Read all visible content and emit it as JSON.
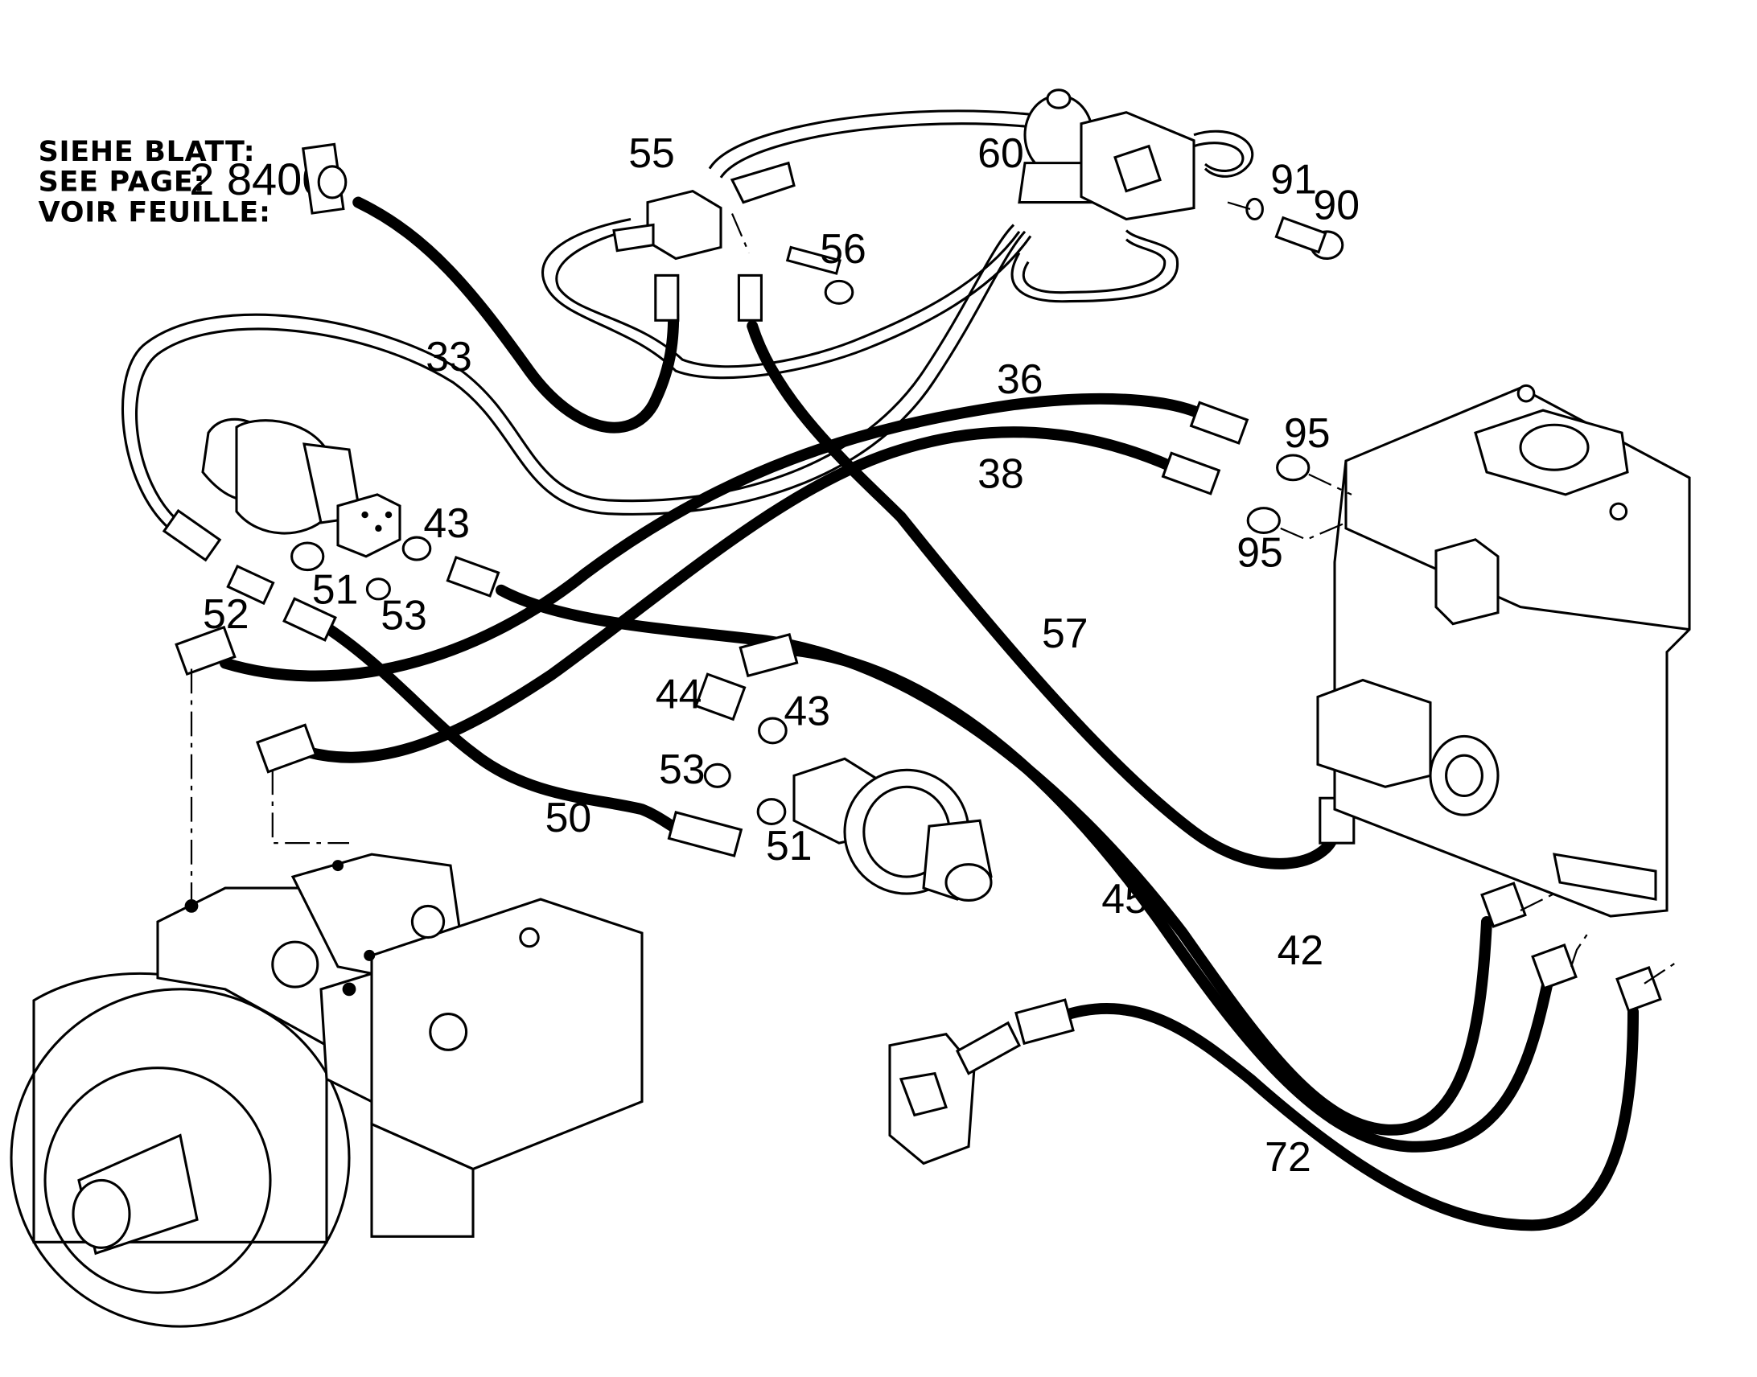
{
  "reference": {
    "line1": "SIEHE BLATT:",
    "line2": "SEE PAGE:",
    "line3": "VOIR FEUILLE:",
    "page_number": "2 8400"
  },
  "callouts": [
    {
      "id": "33",
      "text": "33"
    },
    {
      "id": "36",
      "text": "36"
    },
    {
      "id": "38",
      "text": "38"
    },
    {
      "id": "42",
      "text": "42"
    },
    {
      "id": "43a",
      "text": "43"
    },
    {
      "id": "43b",
      "text": "43"
    },
    {
      "id": "44",
      "text": "44"
    },
    {
      "id": "45",
      "text": "45"
    },
    {
      "id": "50",
      "text": "50"
    },
    {
      "id": "51a",
      "text": "51"
    },
    {
      "id": "51b",
      "text": "51"
    },
    {
      "id": "52",
      "text": "52"
    },
    {
      "id": "53a",
      "text": "53"
    },
    {
      "id": "53b",
      "text": "53"
    },
    {
      "id": "55",
      "text": "55"
    },
    {
      "id": "56",
      "text": "56"
    },
    {
      "id": "57",
      "text": "57"
    },
    {
      "id": "60",
      "text": "60"
    },
    {
      "id": "72",
      "text": "72"
    },
    {
      "id": "90",
      "text": "90"
    },
    {
      "id": "91",
      "text": "91"
    },
    {
      "id": "95a",
      "text": "95"
    },
    {
      "id": "95b",
      "text": "95"
    }
  ]
}
